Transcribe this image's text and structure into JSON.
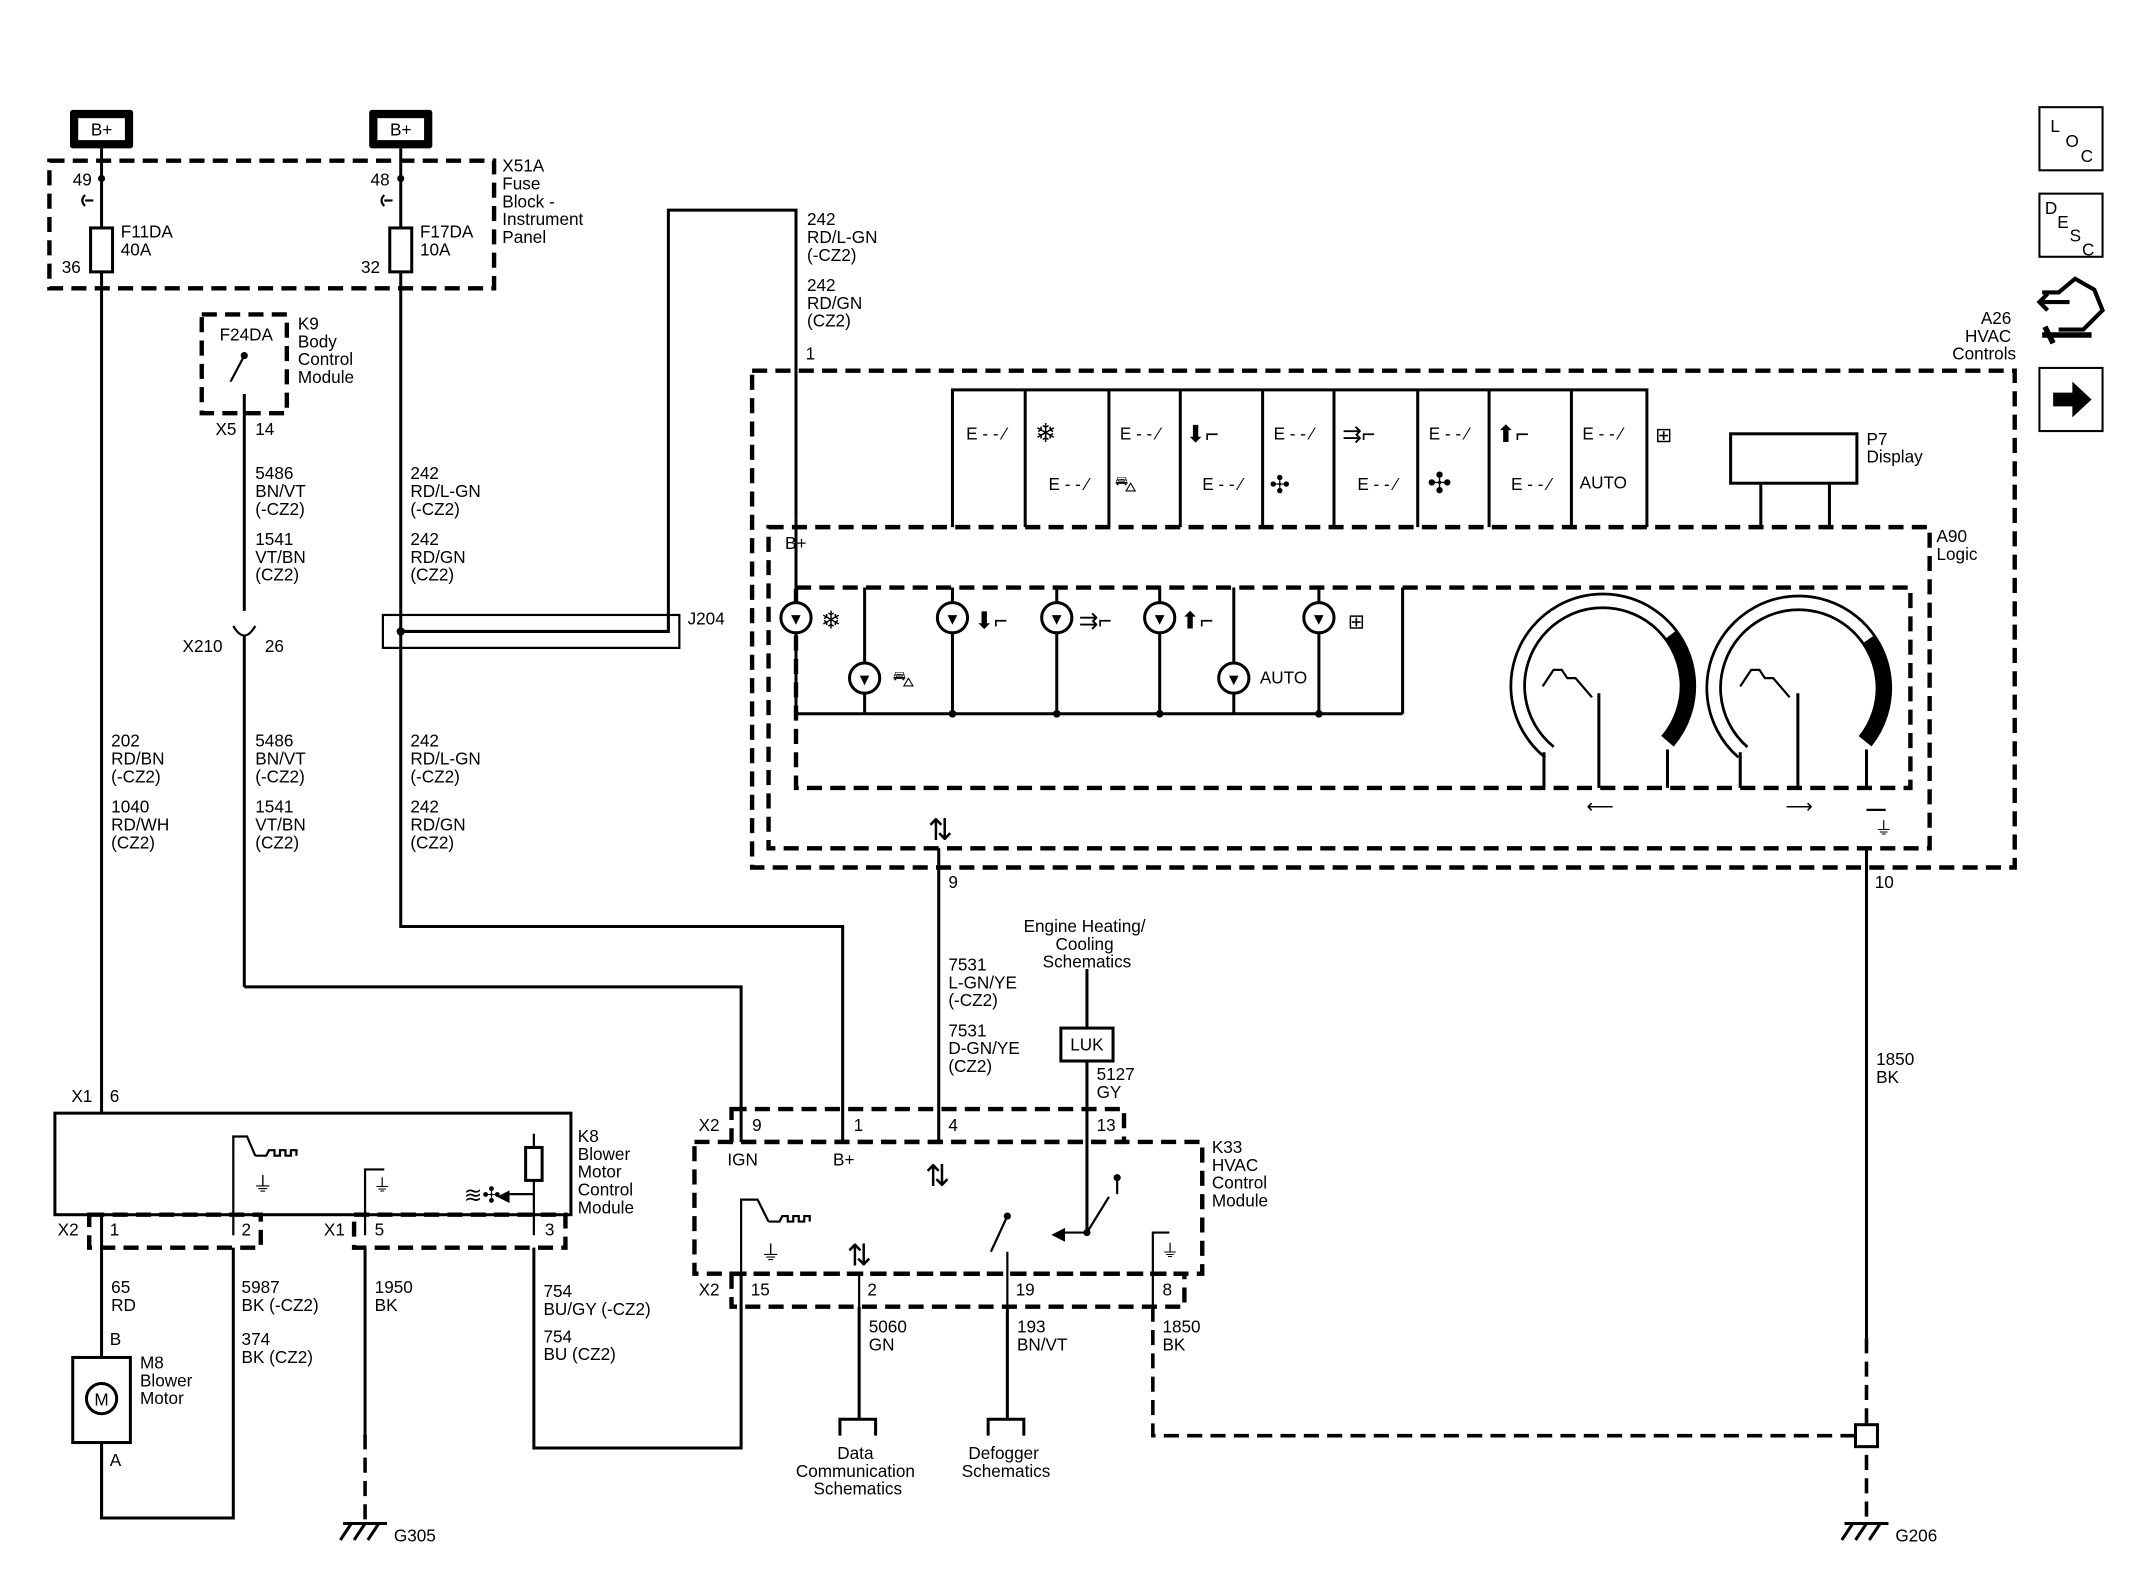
{
  "power": {
    "bplus_left": "B+",
    "bplus_right": "B+"
  },
  "fuse_block": {
    "title": [
      "X51A",
      "Fuse",
      "Block -",
      "Instrument",
      "Panel"
    ],
    "fuse1": {
      "name": "F11DA",
      "rating": "40A",
      "pin_in": "49",
      "pin_out": "36"
    },
    "fuse2": {
      "name": "F17DA",
      "rating": "10A",
      "pin_in": "48",
      "pin_out": "32"
    }
  },
  "bcm": {
    "fuse": "F24DA",
    "title": [
      "K9",
      "Body",
      "Control",
      "Module"
    ],
    "connector": "X5",
    "pin": "14"
  },
  "wires": {
    "w242_top": [
      "242",
      "RD/L-GN",
      "(-CZ2)",
      "242",
      "RD/GN",
      "(CZ2)"
    ],
    "w242_top_pin": "1",
    "w5486_top": [
      "5486",
      "BN/VT",
      "(-CZ2)",
      "1541",
      "VT/BN",
      "(CZ2)"
    ],
    "w242_mid": [
      "242",
      "RD/L-GN",
      "(-CZ2)",
      "242",
      "RD/GN",
      "(CZ2)"
    ],
    "w202": [
      "202",
      "RD/BN",
      "(-CZ2)",
      "1040",
      "RD/WH",
      "(CZ2)"
    ],
    "w5486_low": [
      "5486",
      "BN/VT",
      "(-CZ2)",
      "1541",
      "VT/BN",
      "(CZ2)"
    ],
    "w242_low": [
      "242",
      "RD/L-GN",
      "(-CZ2)",
      "242",
      "RD/GN",
      "(CZ2)"
    ],
    "w65": [
      "65",
      "RD"
    ],
    "w5987": [
      "5987",
      "BK (-CZ2)",
      "374",
      "BK (CZ2)"
    ],
    "w1950": [
      "1950",
      "BK"
    ],
    "w754": [
      "754",
      "BU/GY  (-CZ2)",
      "754",
      "BU   (CZ2)"
    ],
    "w7531": [
      "7531",
      "L-GN/YE",
      "(-CZ2)",
      "7531",
      "D-GN/YE",
      "(CZ2)"
    ],
    "w5127": [
      "5127",
      "GY"
    ],
    "w5060": [
      "5060",
      "GN"
    ],
    "w193": [
      "193",
      "BN/VT"
    ],
    "w1850_low": [
      "1850",
      "BK"
    ],
    "w1850_right": [
      "1850",
      "BK"
    ]
  },
  "splices": {
    "x210": "X210",
    "x210_pin": "26",
    "j204": "J204"
  },
  "hvac_controls": {
    "title": [
      "A26",
      "HVAC",
      "Controls"
    ],
    "display": [
      "P7",
      "Display"
    ],
    "logic": [
      "A90",
      "Logic"
    ],
    "bplus": "B+",
    "auto_switch": "AUTO",
    "auto_led": "AUTO",
    "pin_left": "9",
    "pin_right": "10"
  },
  "blower_module": {
    "title": [
      "K8",
      "Blower",
      "Motor",
      "Control",
      "Module"
    ],
    "x1_top": "X1",
    "x1_top_pin": "6",
    "x2": "X2",
    "x2_pins": [
      "1",
      "2"
    ],
    "x1": "X1",
    "x1_pins": [
      "5",
      "3"
    ]
  },
  "blower_motor": {
    "title": [
      "M8",
      "Blower",
      "Motor"
    ],
    "pin_b": "B",
    "pin_a": "A",
    "symbol": "M"
  },
  "hvac_module": {
    "title": [
      "K33",
      "HVAC",
      "Control",
      "Module"
    ],
    "x2_top": "X2",
    "top_pins": [
      "9",
      "1",
      "4",
      "13"
    ],
    "ign": "IGN",
    "bplus": "B+",
    "x2_bot": "X2",
    "bot_pins": [
      "15",
      "2",
      "19",
      "8"
    ]
  },
  "references": {
    "engine": [
      "Engine Heating/",
      "Cooling",
      "Schematics"
    ],
    "luk": "LUK",
    "data_comm": [
      "Data",
      "Communication",
      "Schematics"
    ],
    "defogger": [
      "Defogger",
      "Schematics"
    ]
  },
  "grounds": {
    "g305": "G305",
    "g206": "G206"
  },
  "nav": {
    "loc": [
      "L",
      "O",
      "C"
    ],
    "desc": [
      "D",
      "E",
      "S",
      "C"
    ],
    "icons": [
      "connector-icon",
      "wrench-icon",
      "arrow-right-icon"
    ]
  }
}
